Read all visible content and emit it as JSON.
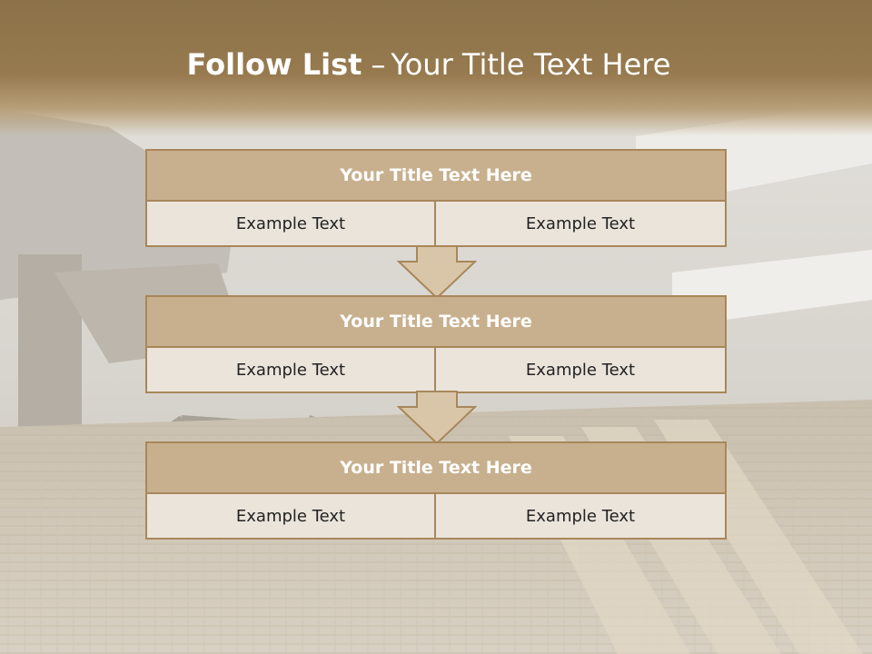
{
  "title": {
    "bold": "Follow List",
    "dash": "–",
    "rest": "Your Title Text Here"
  },
  "blocks": [
    {
      "title": "Your Title Text Here",
      "cells": [
        "Example Text",
        "Example Text"
      ]
    },
    {
      "title": "Your Title Text Here",
      "cells": [
        "Example Text",
        "Example Text"
      ]
    },
    {
      "title": "Your Title Text Here",
      "cells": [
        "Example Text",
        "Example Text"
      ]
    }
  ],
  "icons": [
    "down-arrow-icon",
    "down-arrow-icon"
  ],
  "colors": {
    "header": "#977a4f",
    "block_title_fill": "#c8b08e",
    "block_border": "#a8875a",
    "cell_fill": "#ebe4db",
    "arrow_fill": "#d9c6a8"
  }
}
